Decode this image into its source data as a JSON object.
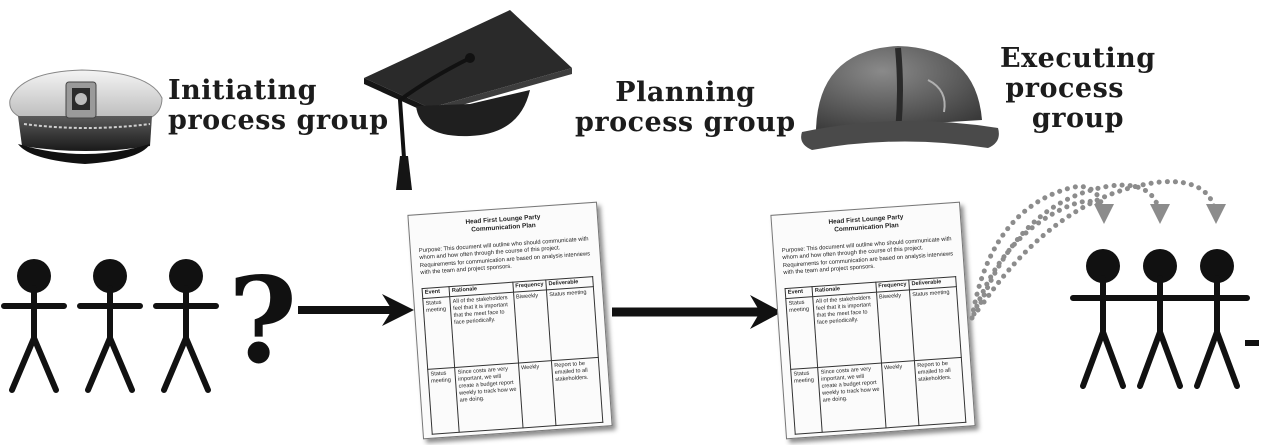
{
  "labels": {
    "initiating": {
      "line1": "Initiating",
      "line2": "process group"
    },
    "planning": {
      "line1": "Planning",
      "line2": "process group"
    },
    "executing": {
      "line1": "Executing",
      "line2": "process",
      "line3": "group"
    }
  },
  "question_mark": "?",
  "document": {
    "title_line1": "Head First Lounge Party",
    "title_line2": "Communication Plan",
    "purpose": "Purpose: This document will outline who should communicate with whom and how often through the course of this project. Requirements for communication are based on analysis interviews with the team and project sponsors.",
    "headers": [
      "Event",
      "Rationale",
      "Frequency",
      "Deliverable"
    ],
    "rows": [
      [
        "Status meeting",
        "All of the stakeholders feel that it is important that the meet face to face periodically.",
        "Biweekly",
        "Status meeting"
      ],
      [
        "Status meeting",
        "Since costs are very important, we will create a budget report weekly to track how we are doing.",
        "Weekly",
        "Report to be emailed to all stakeholders."
      ]
    ]
  },
  "icons": [
    "captain-hat",
    "graduation-cap",
    "hard-hat",
    "stick-figure",
    "arrow",
    "dotted-arrow"
  ]
}
